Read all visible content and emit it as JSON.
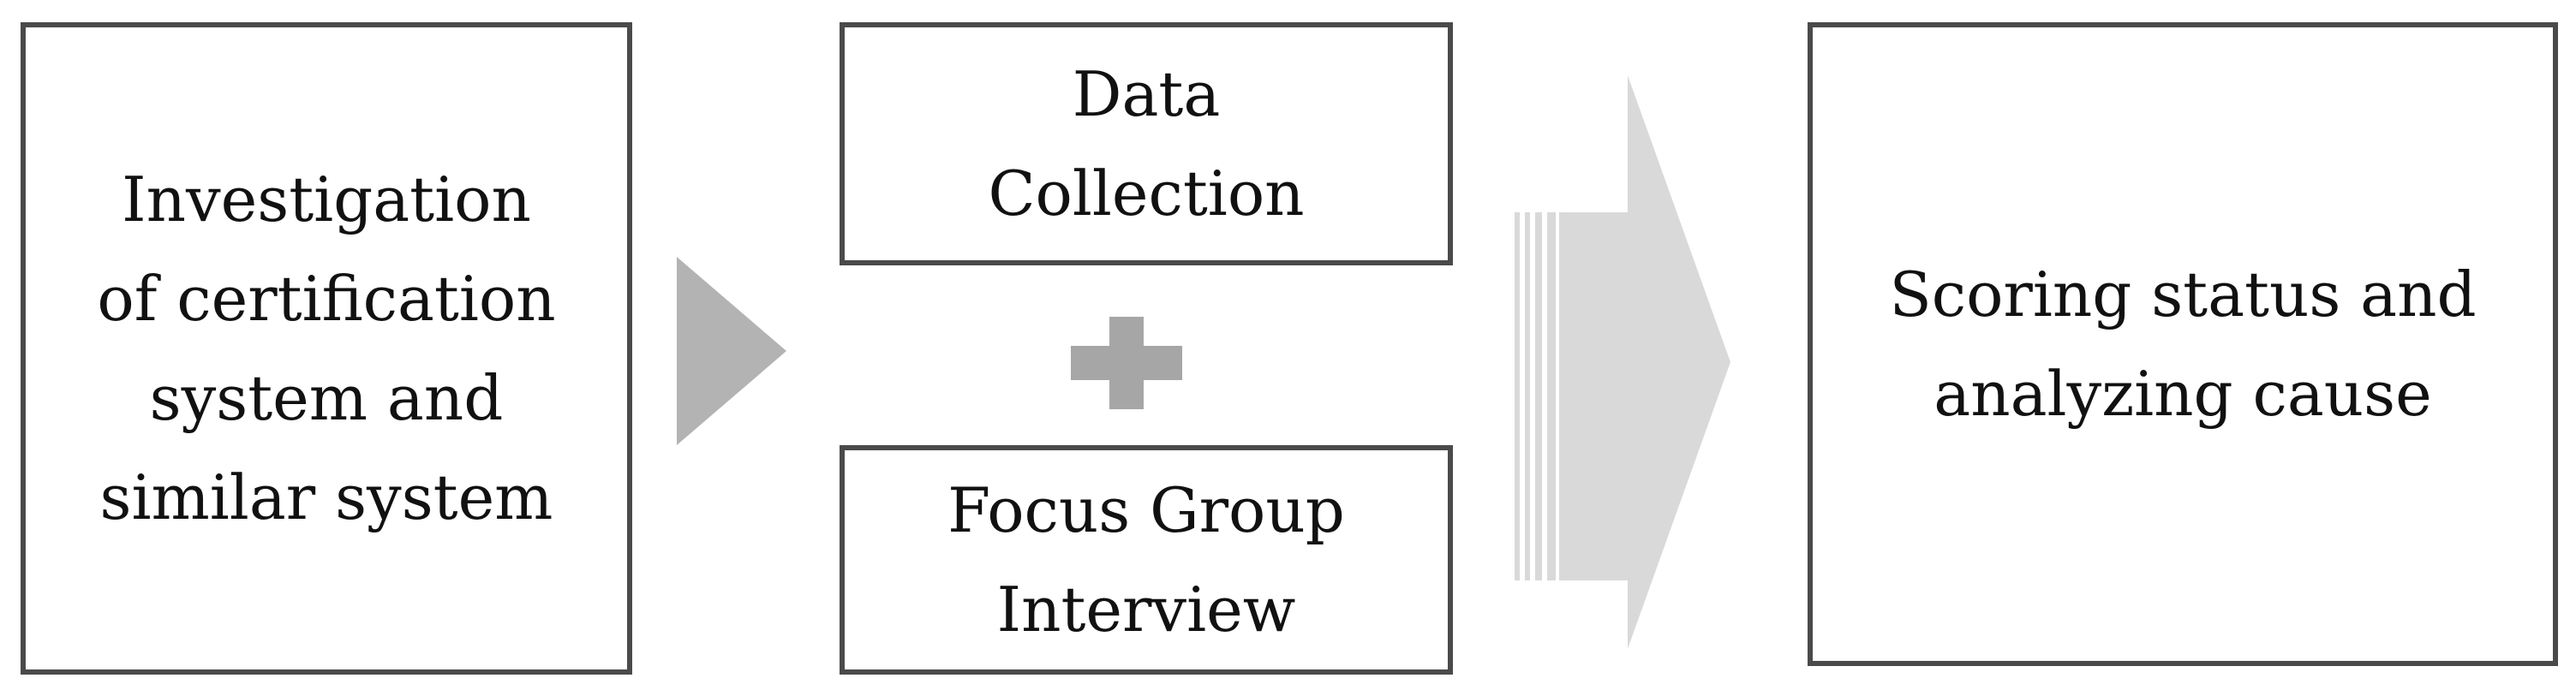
{
  "diagram": {
    "type": "flow",
    "steps": [
      {
        "id": "investigation",
        "label": "Investigation\nof certification\nsystem and\nsimilar  system"
      },
      {
        "id": "data_collection",
        "label": "Data\nCollection"
      },
      {
        "id": "focus_group",
        "label": "Focus Group\nInterview"
      },
      {
        "id": "scoring",
        "label": "Scoring status and\nanalyzing  cause"
      }
    ],
    "connectors": [
      {
        "from": "investigation",
        "to": "data_collection+focus_group",
        "kind": "arrow"
      },
      {
        "from": "data_collection",
        "to": "focus_group",
        "kind": "plus"
      },
      {
        "from": "data_collection+focus_group",
        "to": "scoring",
        "kind": "block-arrow"
      }
    ],
    "colors": {
      "box_border": "#4a4a4a",
      "small_arrow": "#b3b3b3",
      "plus": "#a6a6a6",
      "big_arrow": "#d9d9d9",
      "text": "#111111"
    }
  }
}
